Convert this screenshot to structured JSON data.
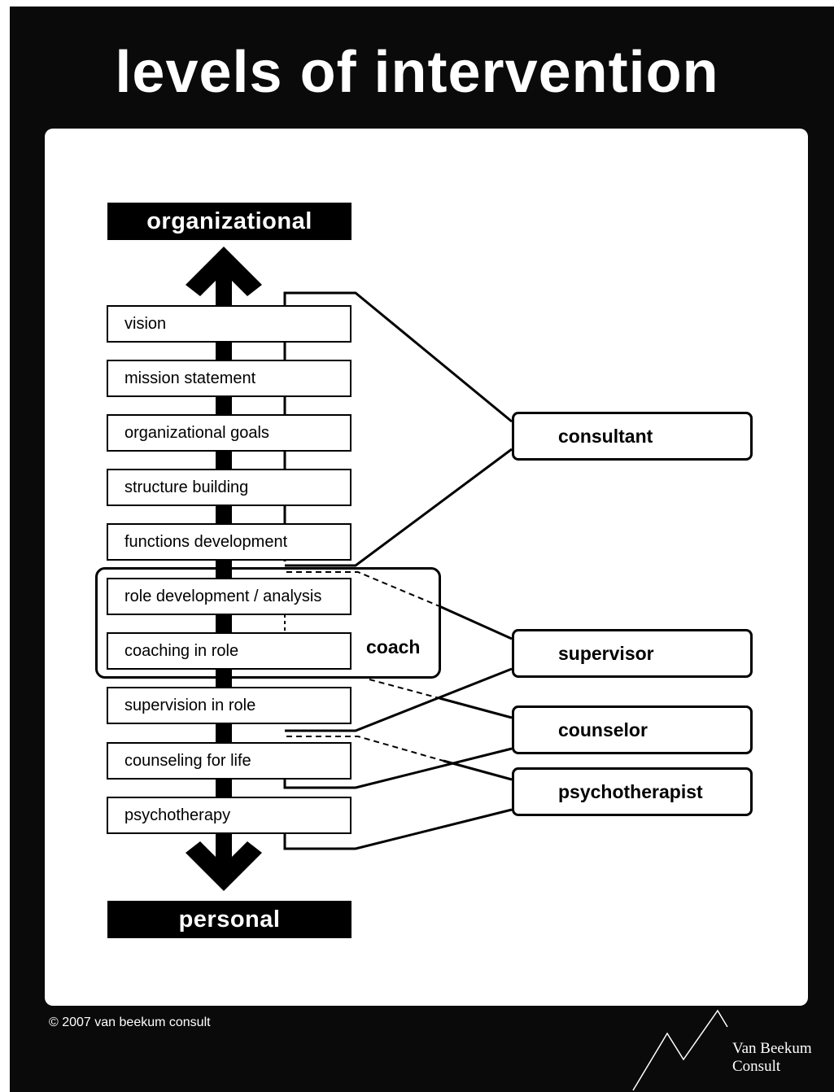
{
  "title": "levels of intervention",
  "scale": {
    "top_label": "organizational",
    "bottom_label": "personal"
  },
  "levels": [
    "vision",
    "mission statement",
    "organizational goals",
    "structure building",
    "functions development",
    "role development / analysis",
    "coaching in role",
    "supervision in role",
    "counseling for life",
    "psychotherapy"
  ],
  "coach_label": "coach",
  "roles": {
    "consultant": "consultant",
    "supervisor": "supervisor",
    "counselor": "counselor",
    "psychotherapist": "psychotherapist"
  },
  "footer": {
    "copyright": "© 2007 van beekum consult",
    "logo_line1": "Van Beekum",
    "logo_line2": "Consult"
  },
  "colors": {
    "background": "#0a0a0a",
    "panel": "#ffffff",
    "ink": "#000000"
  }
}
